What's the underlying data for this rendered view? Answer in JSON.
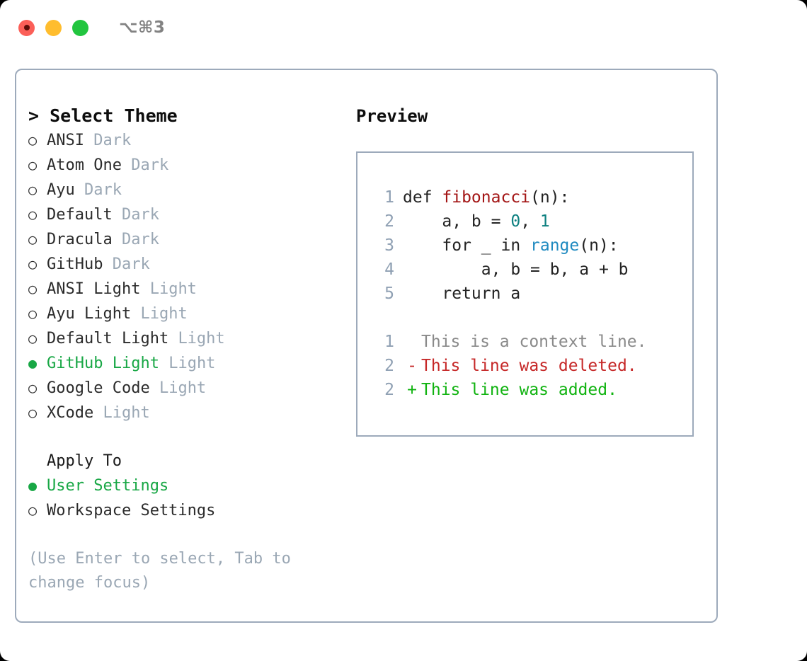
{
  "window": {
    "shortcut": "⌥⌘3",
    "traffic_lights": [
      {
        "name": "close",
        "color": "#fb5f58"
      },
      {
        "name": "minimize",
        "color": "#ffbd2e"
      },
      {
        "name": "maximize",
        "color": "#22c53f"
      }
    ]
  },
  "theme_list": {
    "header": "> Select Theme",
    "bullet_selected": "●",
    "bullet_unselected": "○",
    "items": [
      {
        "label": "ANSI",
        "badge": "Dark",
        "selected": false
      },
      {
        "label": "Atom One",
        "badge": "Dark",
        "selected": false
      },
      {
        "label": "Ayu",
        "badge": "Dark",
        "selected": false
      },
      {
        "label": "Default",
        "badge": "Dark",
        "selected": false
      },
      {
        "label": "Dracula",
        "badge": "Dark",
        "selected": false
      },
      {
        "label": "GitHub",
        "badge": "Dark",
        "selected": false
      },
      {
        "label": "ANSI Light",
        "badge": "Light",
        "selected": false
      },
      {
        "label": "Ayu Light",
        "badge": "Light",
        "selected": false
      },
      {
        "label": "Default Light",
        "badge": "Light",
        "selected": false
      },
      {
        "label": "GitHub Light",
        "badge": "Light",
        "selected": true
      },
      {
        "label": "Google Code",
        "badge": "Light",
        "selected": false
      },
      {
        "label": "XCode",
        "badge": "Light",
        "selected": false
      }
    ]
  },
  "apply_to": {
    "header": "Apply To",
    "items": [
      {
        "label": "User Settings",
        "selected": true
      },
      {
        "label": "Workspace Settings",
        "selected": false
      }
    ]
  },
  "hint": "(Use Enter to select, Tab to change focus)",
  "preview": {
    "title": "Preview",
    "code": [
      {
        "lineno": "1",
        "tokens": [
          {
            "text": "def ",
            "kind": "plain"
          },
          {
            "text": "fibonacci",
            "kind": "func"
          },
          {
            "text": "(n):",
            "kind": "plain"
          }
        ]
      },
      {
        "lineno": "2",
        "tokens": [
          {
            "text": "    a, b = ",
            "kind": "plain"
          },
          {
            "text": "0",
            "kind": "num"
          },
          {
            "text": ", ",
            "kind": "plain"
          },
          {
            "text": "1",
            "kind": "num"
          }
        ]
      },
      {
        "lineno": "3",
        "tokens": [
          {
            "text": "    for _ in ",
            "kind": "plain"
          },
          {
            "text": "range",
            "kind": "call"
          },
          {
            "text": "(n):",
            "kind": "plain"
          }
        ]
      },
      {
        "lineno": "4",
        "tokens": [
          {
            "text": "        a, b = b, a + b",
            "kind": "plain"
          }
        ]
      },
      {
        "lineno": "5",
        "tokens": [
          {
            "text": "    return a",
            "kind": "plain"
          }
        ]
      }
    ],
    "diff": [
      {
        "lineno": "1",
        "mark": " ",
        "text": "This is a context line.",
        "kind": "ctx"
      },
      {
        "lineno": "2",
        "mark": "-",
        "text": "This line was deleted.",
        "kind": "del"
      },
      {
        "lineno": "2",
        "mark": "+",
        "text": "This line was added.",
        "kind": "add"
      }
    ]
  },
  "colors": {
    "accent_green": "#18a745",
    "badge_gray": "#9aa7b4",
    "border": "#9daabb",
    "lineno": "#8fa0b3",
    "syntax_func": "#a31515",
    "syntax_num": "#0d8080",
    "syntax_call": "#1f8ac0",
    "diff_context": "#8a8a8a",
    "diff_deleted": "#c62828",
    "diff_added": "#11b311"
  }
}
